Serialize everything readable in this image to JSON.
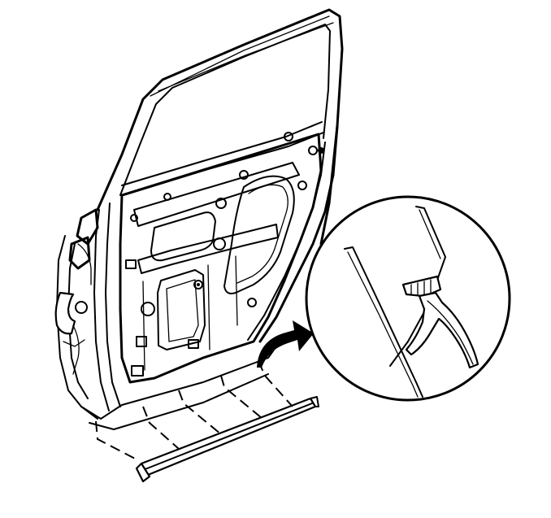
{
  "figure": {
    "components": [
      {
        "name": "rear-door-assembly"
      },
      {
        "name": "door-inner-panel"
      },
      {
        "name": "lower-door-seal-strip"
      },
      {
        "name": "retainer-removal-tool-detail"
      },
      {
        "name": "direction-arrow"
      }
    ],
    "colors": {
      "line": "#000000",
      "fill": "#ffffff",
      "background": "#ffffff"
    }
  }
}
